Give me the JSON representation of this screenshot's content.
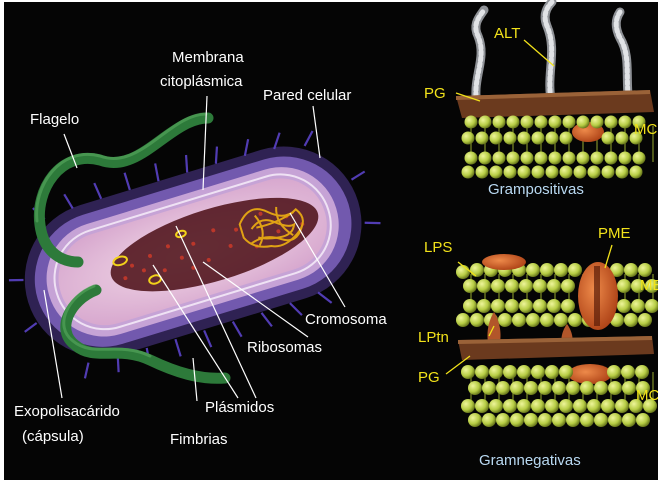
{
  "labels": {
    "membrana_1": "Membrana",
    "membrana_2": "citoplásmica",
    "pared": "Pared celular",
    "flagelo": "Flagelo",
    "cromosoma": "Cromosoma",
    "ribosomas": "Ribosomas",
    "plasmidos": "Plásmidos",
    "exo_1": "Exopolisacárido",
    "exo_2": "(cápsula)",
    "fimbrias": "Fimbrias",
    "alt": "ALT",
    "pg_top": "PG",
    "mc_top": "MC",
    "grampositivas": "Grampositivas",
    "lps": "LPS",
    "pme": "PME",
    "me": "ME",
    "lptn": "LPtn",
    "pg_bottom": "PG",
    "mc_bottom": "MC",
    "gramnegativas": "Gramnegativas"
  },
  "colors": {
    "background": "#050505",
    "label_white": "#ffffff",
    "label_yellow": "#f2e21a",
    "label_cyan": "#b9d9f2",
    "capsule": "#7a5fb8",
    "wall": "#c6a3d6",
    "cytoplasm": "#e3c1d9",
    "nucleoid": "#b8661c",
    "flagellum": "#2d7a3a",
    "lipid_head": "#b8cf4a",
    "peptidoglycan": "#6b3a1e",
    "protein": "#d0541e"
  }
}
